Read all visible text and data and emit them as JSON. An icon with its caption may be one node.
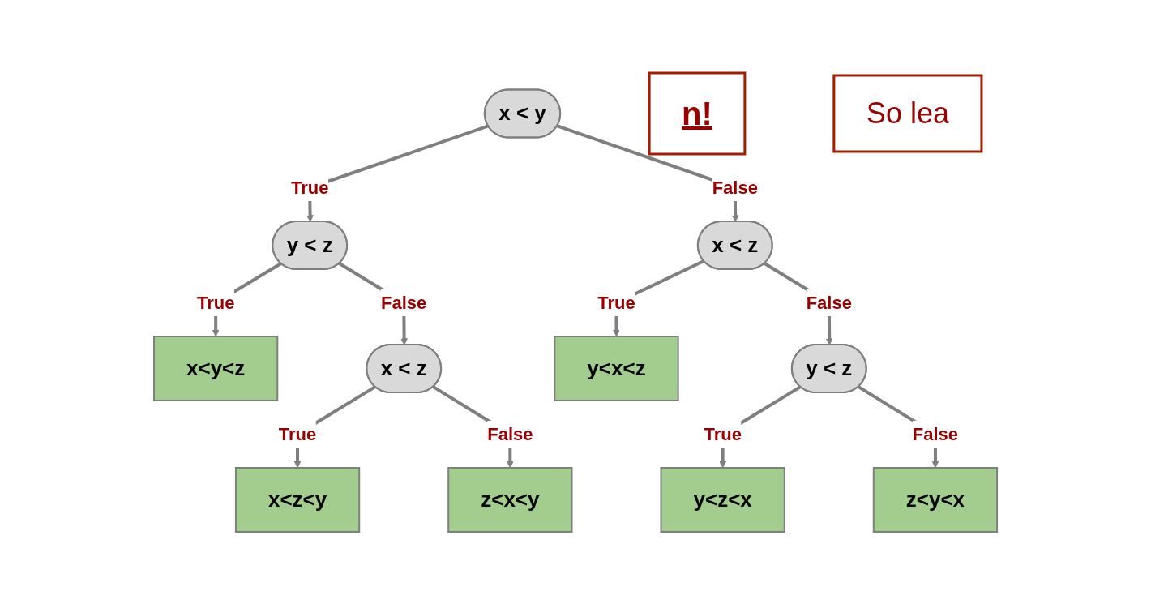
{
  "diagram": {
    "nodes": [
      {
        "text": [
          "n!"
        ]
      },
      {
        "text": [
          "x < y"
        ]
      },
      {
        "text": [
          "So lea"
        ]
      },
      {
        "text": [
          "y < z"
        ]
      },
      {
        "text": [
          "x < z"
        ]
      },
      {
        "text": [
          "x<y<z"
        ]
      },
      {
        "text": [
          "x < z"
        ]
      },
      {
        "text": [
          "y<x<z"
        ]
      },
      {
        "text": [
          "y < z"
        ]
      },
      {
        "text": [
          "x<z<y"
        ]
      },
      {
        "text": [
          "z<x<y"
        ]
      },
      {
        "text": [
          "y<z<x"
        ]
      },
      {
        "text": [
          "z<y<x"
        ]
      }
    ],
    "edges": [
      {
        "from": 1,
        "to": 3,
        "arrow": "to",
        "label": "True"
      },
      {
        "from": 1,
        "to": 4,
        "arrow": "to",
        "label": "False"
      },
      {
        "from": 3,
        "to": 5,
        "arrow": "to",
        "label": "True"
      },
      {
        "from": 3,
        "to": 6,
        "arrow": "to",
        "label": "False"
      },
      {
        "from": 4,
        "to": 7,
        "arrow": "to",
        "label": "True"
      },
      {
        "from": 4,
        "to": 8,
        "arrow": "to",
        "label": "False"
      },
      {
        "from": 6,
        "to": 9,
        "arrow": "to",
        "label": "True"
      },
      {
        "from": 6,
        "to": 10,
        "arrow": "to",
        "label": "False"
      },
      {
        "from": 8,
        "to": 11,
        "arrow": "to",
        "label": "True"
      },
      {
        "from": 8,
        "to": 12,
        "arrow": "to",
        "label": "False"
      }
    ]
  }
}
